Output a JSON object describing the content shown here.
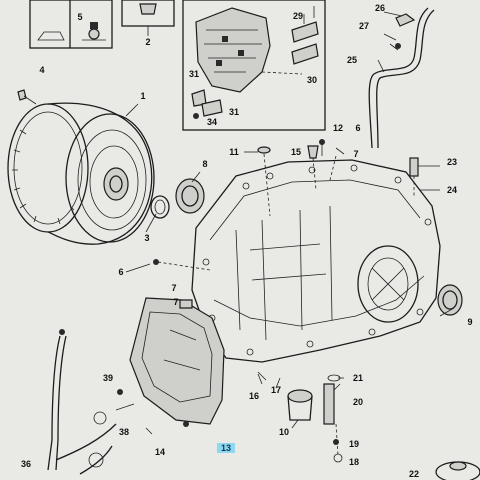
{
  "callouts": [
    {
      "id": "c1",
      "text": "1"
    },
    {
      "id": "c2",
      "text": "2"
    },
    {
      "id": "c3",
      "text": "3"
    },
    {
      "id": "c4",
      "text": "4"
    },
    {
      "id": "c5",
      "text": "5"
    },
    {
      "id": "c6a",
      "text": "6"
    },
    {
      "id": "c6b",
      "text": "6"
    },
    {
      "id": "c7a",
      "text": "7"
    },
    {
      "id": "c7b",
      "text": "7"
    },
    {
      "id": "c7c",
      "text": "7"
    },
    {
      "id": "c8",
      "text": "8"
    },
    {
      "id": "c9",
      "text": "9"
    },
    {
      "id": "c10",
      "text": "10"
    },
    {
      "id": "c11",
      "text": "11"
    },
    {
      "id": "c12",
      "text": "12"
    },
    {
      "id": "c13",
      "text": "13"
    },
    {
      "id": "c14",
      "text": "14"
    },
    {
      "id": "c15",
      "text": "15"
    },
    {
      "id": "c16",
      "text": "16"
    },
    {
      "id": "c17",
      "text": "17"
    },
    {
      "id": "c18",
      "text": "18"
    },
    {
      "id": "c19",
      "text": "19"
    },
    {
      "id": "c20",
      "text": "20"
    },
    {
      "id": "c21",
      "text": "21"
    },
    {
      "id": "c22",
      "text": "22"
    },
    {
      "id": "c23",
      "text": "23"
    },
    {
      "id": "c24",
      "text": "24"
    },
    {
      "id": "c25",
      "text": "25"
    },
    {
      "id": "c26",
      "text": "26"
    },
    {
      "id": "c27",
      "text": "27"
    },
    {
      "id": "c29",
      "text": "29"
    },
    {
      "id": "c30",
      "text": "30"
    },
    {
      "id": "c31a",
      "text": "31"
    },
    {
      "id": "c31b",
      "text": "31"
    },
    {
      "id": "c34",
      "text": "34"
    },
    {
      "id": "c36",
      "text": "36"
    },
    {
      "id": "c38",
      "text": "38"
    },
    {
      "id": "c39",
      "text": "39"
    }
  ]
}
